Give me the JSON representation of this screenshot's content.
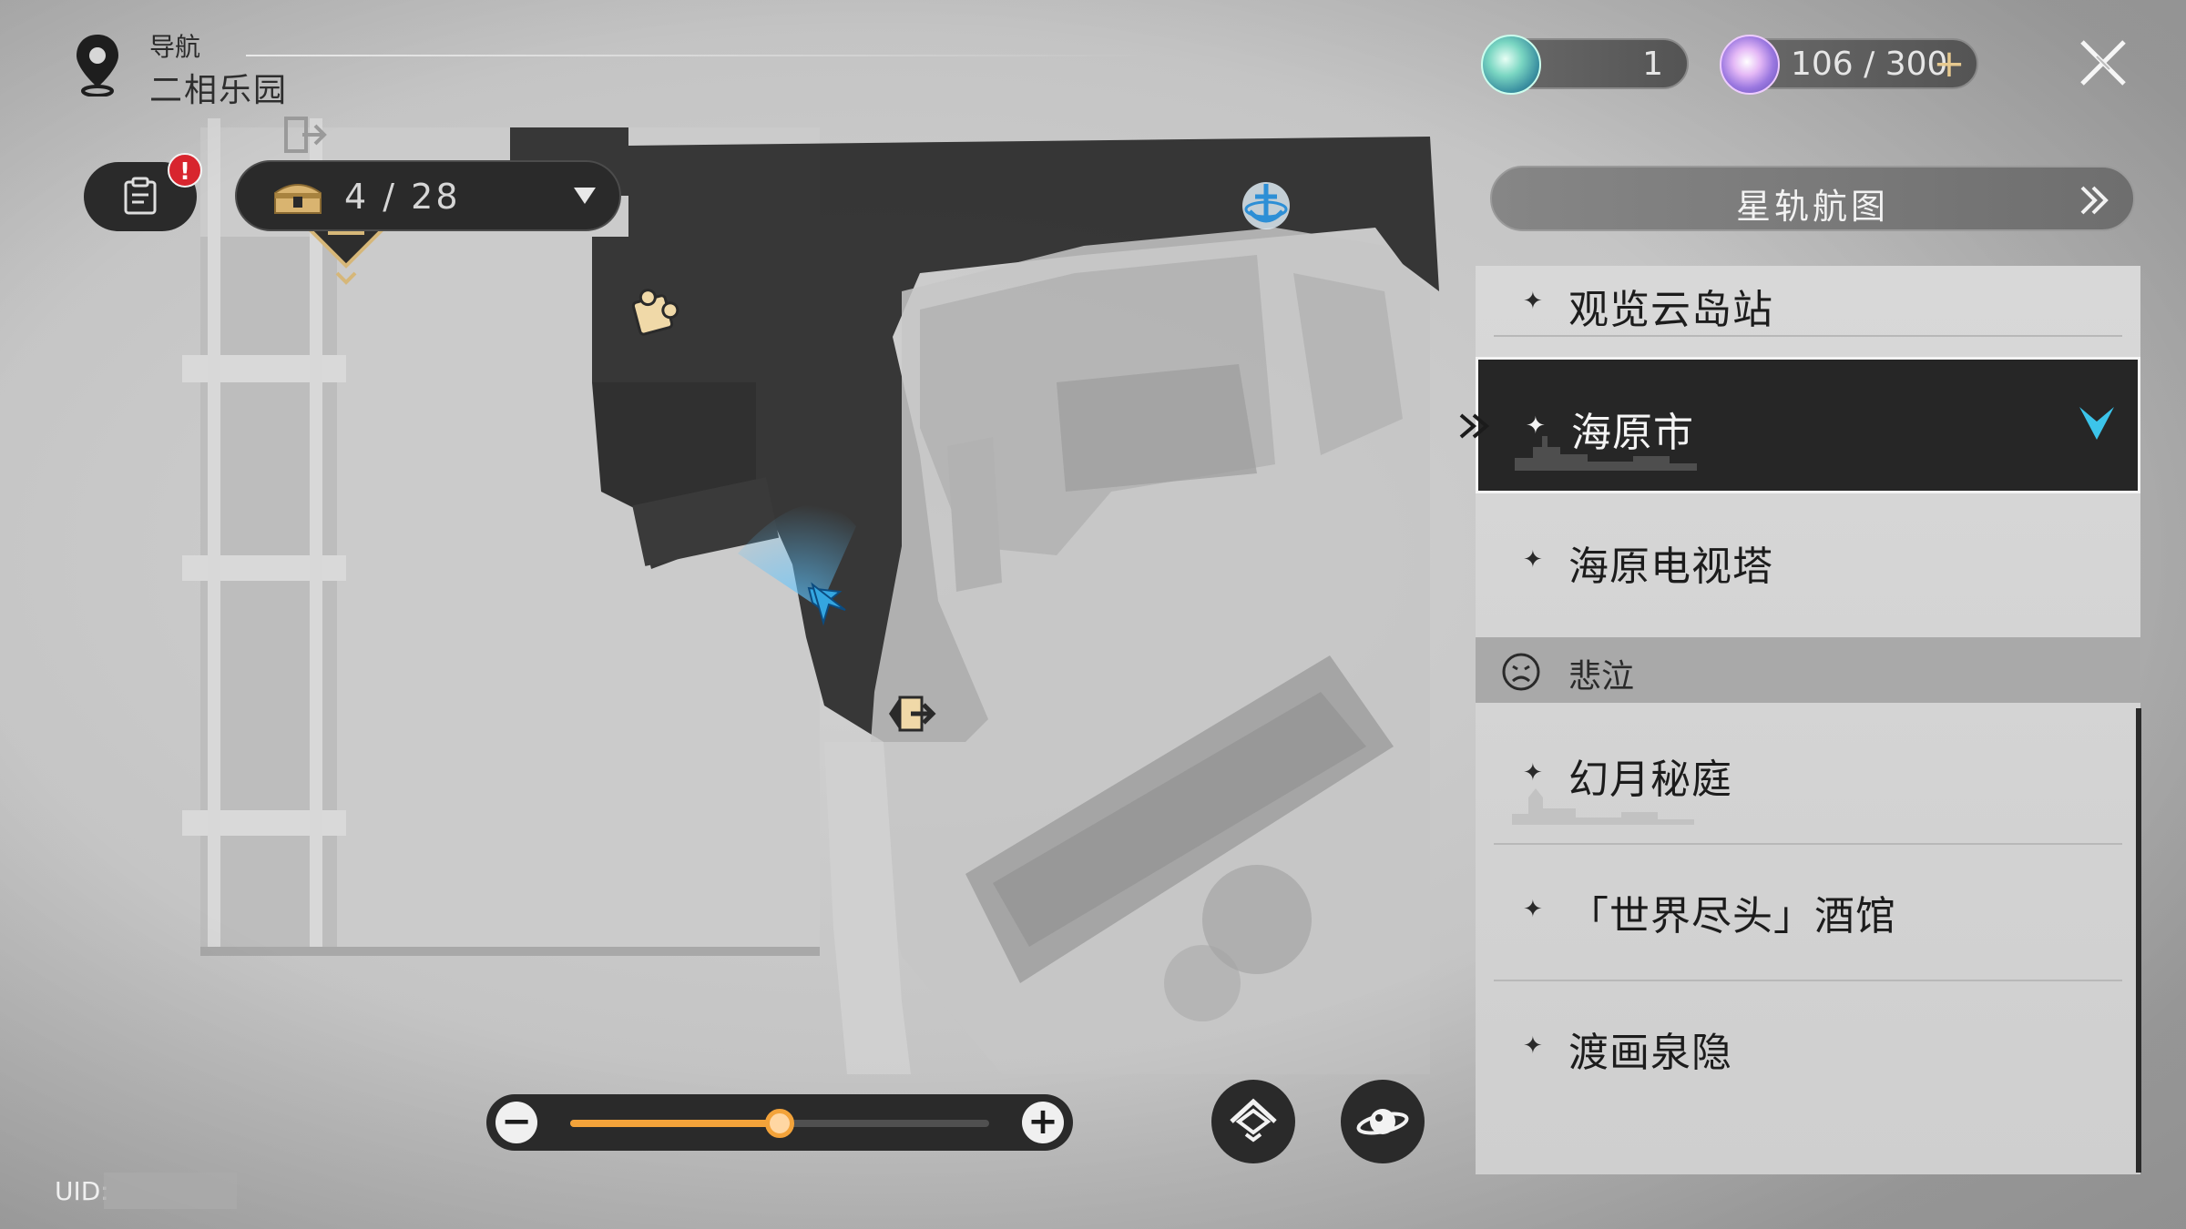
{
  "nav": {
    "label": "导航",
    "location": "二相乐园"
  },
  "mission": {
    "alert": "!"
  },
  "chest": {
    "count": "4 / 28"
  },
  "currency": [
    {
      "icon": "fuel-icon",
      "value": "1"
    },
    {
      "icon": "trailblaze-power-icon",
      "value": "106 / 300"
    }
  ],
  "panel": {
    "starmap_label": "星轨航图",
    "items": [
      {
        "name": "观览云岛站"
      },
      {
        "name": "海原市",
        "selected": true
      },
      {
        "name": "海原电视塔"
      }
    ],
    "section": {
      "label": "悲泣"
    },
    "section_items": [
      {
        "name": "幻月秘庭"
      },
      {
        "name": "「世界尽头」酒馆"
      },
      {
        "name": "渡画泉隐"
      }
    ]
  },
  "zoom": {
    "level": 0.5
  },
  "uid": {
    "label": "UID:"
  },
  "colors": {
    "accent": "#f3a33a",
    "player_arrow": "#34a6e0",
    "selected_bg": "#262626",
    "alert": "#d8252e"
  }
}
